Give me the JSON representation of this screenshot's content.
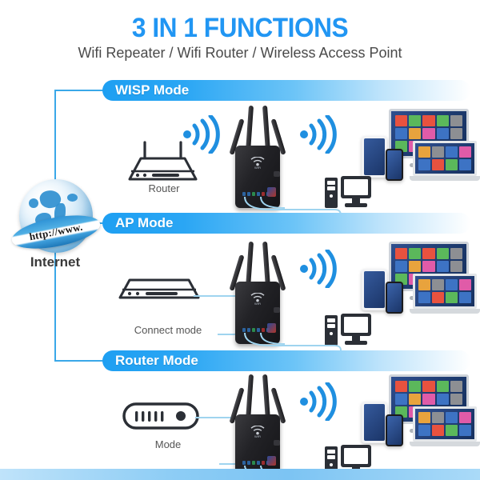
{
  "header": {
    "title": "3 IN 1 FUNCTIONS",
    "subtitle": "Wifi Repeater / Wifi Router / Wireless Access Point"
  },
  "internet": {
    "label": "Internet",
    "globe_text": "http://www."
  },
  "colors": {
    "accent_blue": "#2196f3",
    "banner_start": "#1e9ff2",
    "line_blue": "#3aa8e8",
    "wifi_blue": "#1f8fe0",
    "device_dark": "#2b2f36",
    "subtitle_gray": "#4a4a4a"
  },
  "rows": [
    {
      "banner_label": "WISP Mode",
      "source_device_label": "Router",
      "source_device_icon": "wifi-router-icon",
      "link_in": "wifi-signal-icon",
      "link_out": "wifi-signal-icon",
      "extender_icon": "wifi-extender-icon",
      "client_icons": [
        "monitor-icon",
        "tablet-icon",
        "phone-icon",
        "laptop-icon",
        "desktop-pc-icon"
      ]
    },
    {
      "banner_label": "AP Mode",
      "source_device_label": "Connect mode",
      "source_device_icon": "modem-icon",
      "link_in": "ethernet-cable",
      "link_out": "wifi-signal-icon",
      "extender_icon": "wifi-extender-icon",
      "client_icons": [
        "monitor-icon",
        "tablet-icon",
        "phone-icon",
        "laptop-icon",
        "desktop-pc-icon"
      ]
    },
    {
      "banner_label": "Router Mode",
      "source_device_label": "Mode",
      "source_device_icon": "modem-leds-icon",
      "link_in": "ethernet-cable",
      "link_out": "wifi-signal-icon",
      "extender_icon": "wifi-extender-icon",
      "client_icons": [
        "monitor-icon",
        "tablet-icon",
        "phone-icon",
        "laptop-icon",
        "desktop-pc-icon"
      ]
    }
  ],
  "tile_colors": [
    "#e8523f",
    "#5bb85b",
    "#e8523f",
    "#5bb85b",
    "#8d8f93",
    "#3d73c4",
    "#e8a33d",
    "#e05ba8",
    "#3d73c4",
    "#8d8f93",
    "#5bb85b",
    "#e05ba8",
    "#e8523f",
    "#3d73c4",
    "#8d8f93"
  ],
  "laptop_tile_colors": [
    "#e8a33d",
    "#8d8f93",
    "#3d73c4",
    "#e05ba8",
    "#3d73c4",
    "#e8523f",
    "#5bb85b",
    "#3d73c4"
  ]
}
